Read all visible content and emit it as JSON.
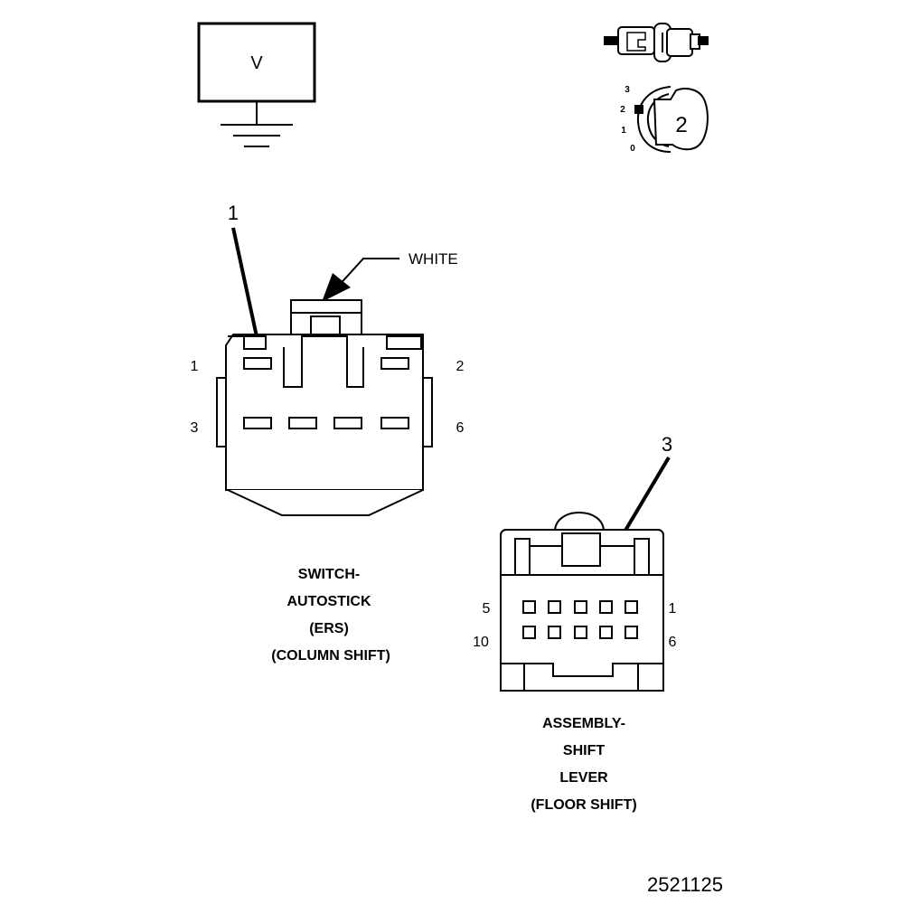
{
  "meter": {
    "symbol": "V"
  },
  "key_icon": {
    "label": "2",
    "positions": [
      "3",
      "2",
      "1",
      "0"
    ]
  },
  "callouts": {
    "one": "1",
    "three": "3",
    "white": "WHITE"
  },
  "switch_connector": {
    "pins": {
      "top_left": "1",
      "top_right": "2",
      "bottom_left": "3",
      "bottom_right": "6"
    },
    "caption": [
      "SWITCH-",
      "AUTOSTICK",
      "(ERS)",
      "(COLUMN SHIFT)"
    ]
  },
  "lever_connector": {
    "pins": {
      "top_left": "5",
      "top_right": "1",
      "bottom_left": "10",
      "bottom_right": "6"
    },
    "caption": [
      "ASSEMBLY-",
      "SHIFT",
      "LEVER",
      "(FLOOR SHIFT)"
    ]
  },
  "figure_number": "2521125"
}
